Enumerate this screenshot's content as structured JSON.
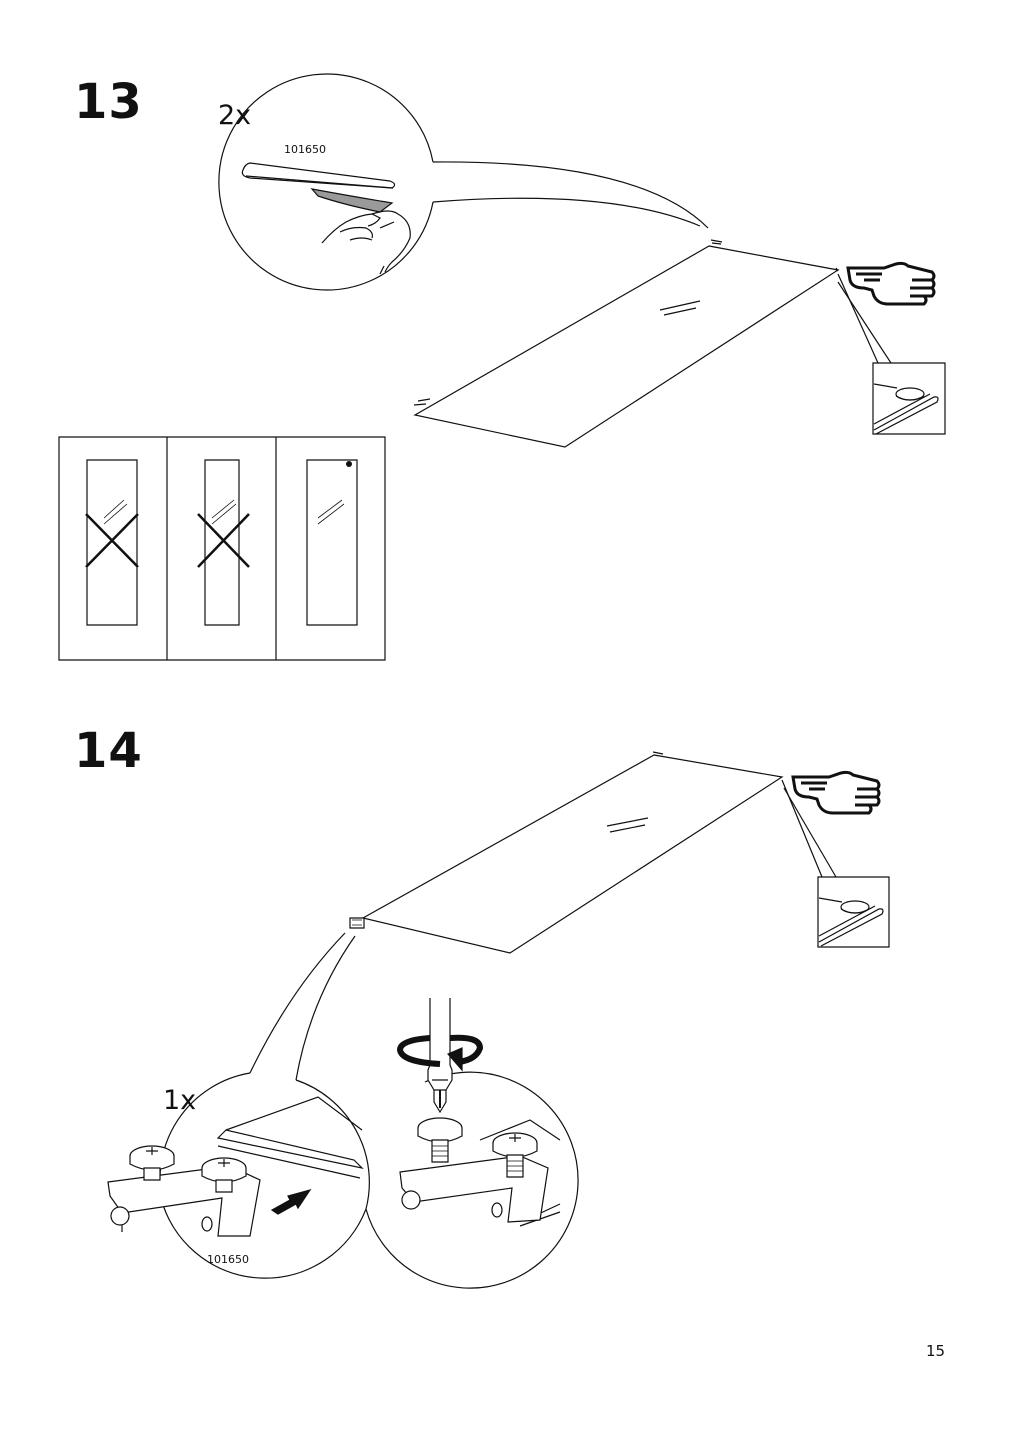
{
  "steps": [
    {
      "number": "13",
      "quantity": "2x",
      "part_number": "101650"
    },
    {
      "number": "14",
      "quantity": "1x",
      "part_number": "101650"
    }
  ],
  "page_number": "15",
  "icons": {
    "hand_pointer": "pointing-hand-icon",
    "rotate_arrow": "rotate-clockwise-icon",
    "push_arrow": "push-arrow-icon",
    "cross_mark": "wrong-x-icon"
  },
  "colors": {
    "ink": "#111111",
    "felt_pad": "#9a9a9a",
    "paper": "#ffffff"
  }
}
